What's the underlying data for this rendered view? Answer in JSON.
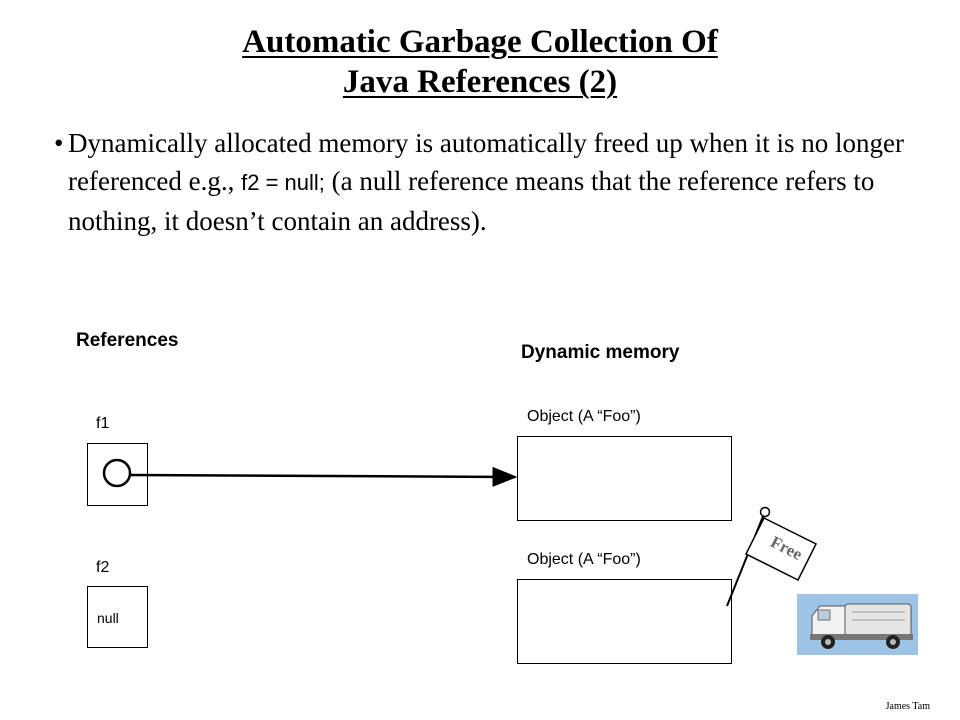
{
  "title": {
    "line1": "Automatic Garbage Collection Of",
    "line2": "Java References (2)"
  },
  "body": {
    "bullet": "•",
    "text_before_code": "Dynamically allocated memory is automatically freed up when it is no longer referenced e.g., ",
    "code": "f2 = null;",
    "text_after_code": " (a null reference means that the reference refers to nothing, it doesn’t contain an address)."
  },
  "diagram": {
    "references_heading": "References",
    "dynamic_memory_heading": "Dynamic memory",
    "f1_label": "f1",
    "f2_label": "f2",
    "f2_value": "null",
    "object1_label": "Object (A “Foo”)",
    "object2_label": "Object (A “Foo”)",
    "flag_text": "Free"
  },
  "footer": {
    "author": "James Tam"
  },
  "icons": {
    "flag": "free-flag-icon",
    "truck": "garbage-truck-icon"
  }
}
